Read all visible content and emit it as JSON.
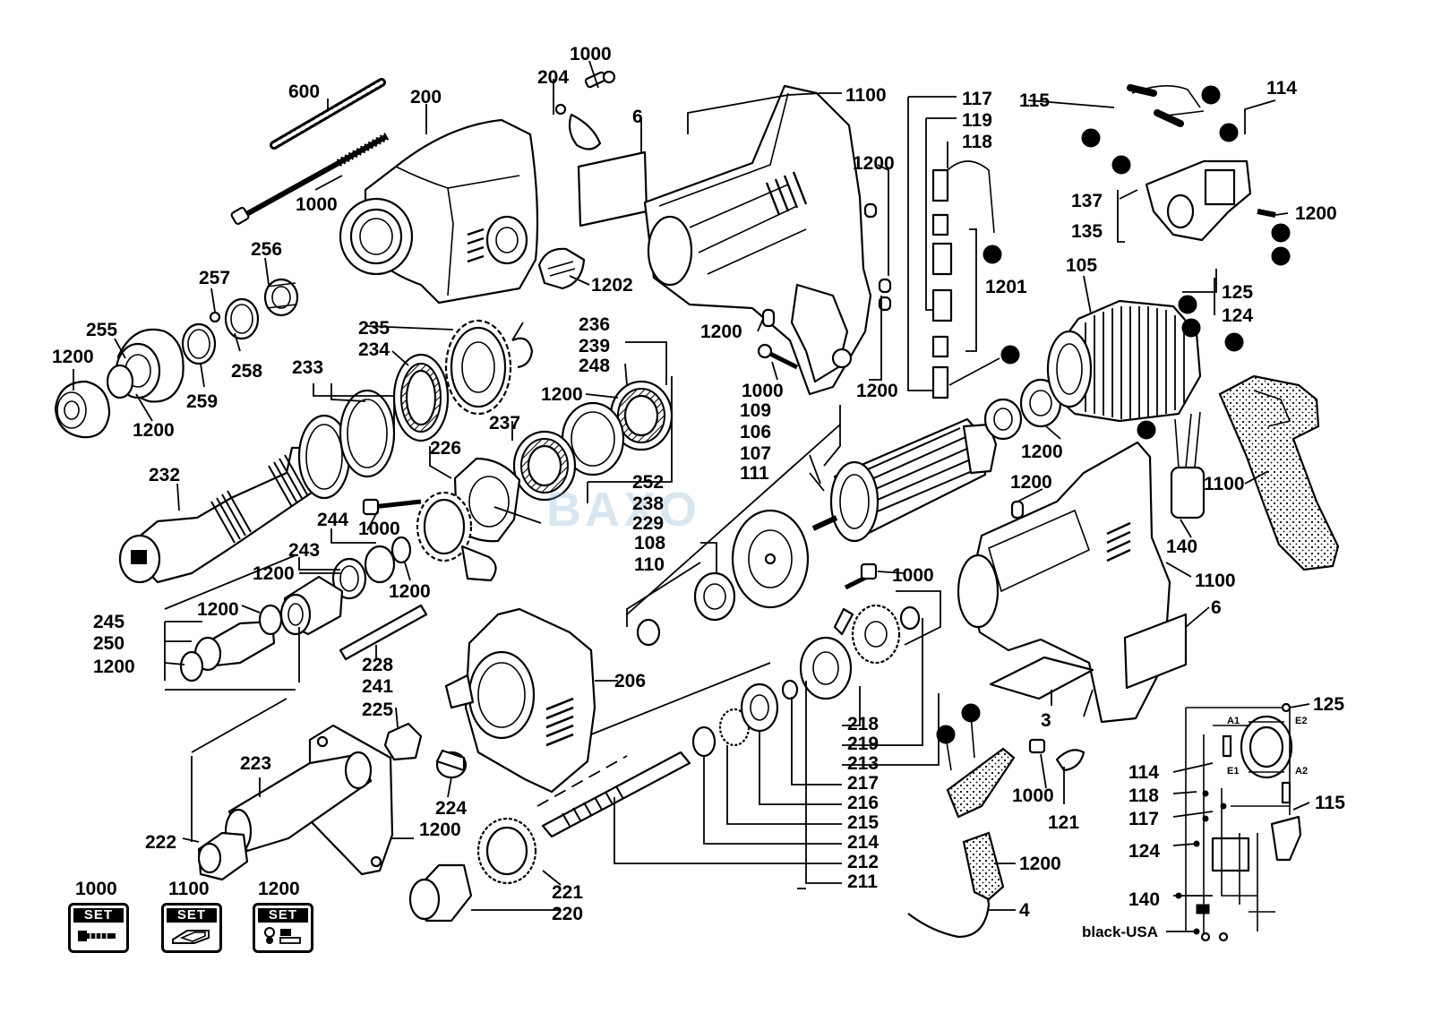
{
  "watermark": "BAXO",
  "parts": {
    "p600": "600",
    "p200": "200",
    "p1000_top": "1000",
    "p204": "204",
    "p6_top": "6",
    "p1100_top": "1100",
    "p1000_rod": "1000",
    "p256": "256",
    "p257": "257",
    "p1202": "1202",
    "p255": "255",
    "p258": "258",
    "p1200_l1": "1200",
    "p259": "259",
    "p1200_l2": "1200",
    "p235": "235",
    "p234": "234",
    "p236": "236",
    "p239": "239",
    "p248": "248",
    "p233": "233",
    "p1200_m1": "1200",
    "p237": "237",
    "p226": "226",
    "p252": "252",
    "p238": "238",
    "p229": "229",
    "p232": "232",
    "p244": "244",
    "p1000_m": "1000",
    "p243": "243",
    "p1200_m2": "1200",
    "p1200_m3": "1200",
    "p1200_m4": "1200",
    "p245": "245",
    "p250": "250",
    "p1200_m5": "1200",
    "p228": "228",
    "p241": "241",
    "p225": "225",
    "p223": "223",
    "p222": "222",
    "p224": "224",
    "p1200_m6": "1200",
    "p206": "206",
    "p221": "221",
    "p220": "220",
    "p1200_h1": "1200",
    "p1200_h2": "1200",
    "p1200_h3": "1200",
    "p1000_h": "1000",
    "p109": "109",
    "p106": "106",
    "p107": "107",
    "p111": "111",
    "p108": "108",
    "p110": "110",
    "p1200_a": "1200",
    "p1000_a": "1000",
    "p117": "117",
    "p119": "119",
    "p118": "118",
    "p1201": "1201",
    "p115": "115",
    "p114": "114",
    "p137": "137",
    "p135": "135",
    "p1200_sw": "1200",
    "p105": "105",
    "p125": "125",
    "p124": "124",
    "p1200_st": "1200",
    "p1100_g": "1100",
    "p140": "140",
    "p1100_h": "1100",
    "p6_h": "6",
    "p3": "3",
    "p218": "218",
    "p219": "219",
    "p213": "213",
    "p217": "217",
    "p216": "216",
    "p215": "215",
    "p214": "214",
    "p212": "212",
    "p211": "211",
    "p1000_c": "1000",
    "p121": "121",
    "p1200_c": "1200",
    "p4": "4"
  },
  "wiring": {
    "p125": "125",
    "p114": "114",
    "p118": "118",
    "p117": "117",
    "p115": "115",
    "p124": "124",
    "p140": "140",
    "note": "black-USA",
    "term_a1": "A1",
    "term_e2": "E2",
    "term_e1": "E1",
    "term_a2": "A2"
  },
  "legend": [
    {
      "code": "1000",
      "badge": "SET",
      "icon": "screw-icon"
    },
    {
      "code": "1100",
      "badge": "SET",
      "icon": "housing-icon"
    },
    {
      "code": "1200",
      "badge": "SET",
      "icon": "small-parts-icon"
    }
  ]
}
